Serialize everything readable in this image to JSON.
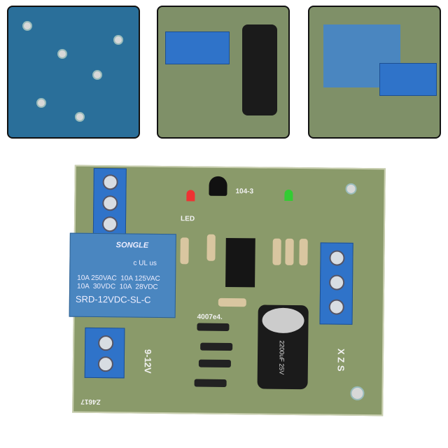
{
  "relay": {
    "brand": "SONGLE",
    "rating_line1": "10A 250VAC  10A 125VAC",
    "rating_line2": "10A  30VDC  10A  28VDC",
    "model": "SRD-12VDC-SL-C",
    "cert": "c UL us"
  },
  "silkscreen": {
    "voltage": "9-12V",
    "terminals": "X Z S",
    "diode_label": "4007e4.",
    "cap_label": "104-3",
    "led_label": "LED",
    "part_code": "Z4617"
  },
  "capacitor": {
    "label": "2200uF 25V"
  },
  "colors": {
    "pcb_green": "#8a9a6a",
    "terminal_blue": "#2f73c9",
    "relay_blue": "#4a86c0",
    "pcb_back_blue": "#2a6f9a",
    "led_red": "#e33",
    "led_green": "#3c3"
  }
}
